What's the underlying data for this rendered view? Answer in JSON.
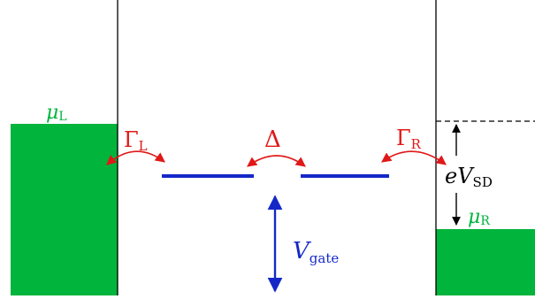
{
  "labels": {
    "mu_left": {
      "base": "μ",
      "sub": "L"
    },
    "gamma_left": {
      "base": "Γ",
      "sub": "L"
    },
    "delta": "Δ",
    "gamma_right": {
      "base": "Γ",
      "sub": "R"
    },
    "bias": {
      "prefix": "e",
      "base": "V",
      "sub": "SD"
    },
    "mu_right": {
      "base": "μ",
      "sub": "R"
    },
    "gate": {
      "base": "V",
      "sub": "gate"
    }
  },
  "colors": {
    "lead_fill": "#00b43c",
    "tunnel_arrow": "#e01818",
    "level": "#1428c8",
    "gate_arrow": "#1428c8",
    "text_dark": "#000000",
    "lines": "#000000"
  }
}
